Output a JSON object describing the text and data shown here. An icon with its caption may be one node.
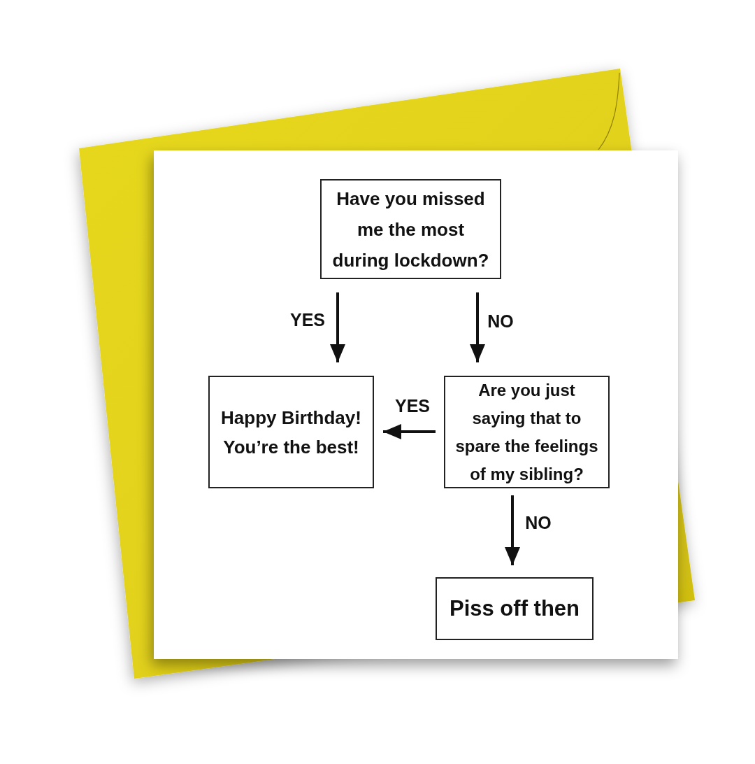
{
  "diagram": {
    "nodes": [
      {
        "text": [
          "Have you missed me the most during lockdown?"
        ]
      },
      {
        "text": [
          "Happy Birthday! You’re the best!"
        ]
      },
      {
        "text": [
          "Are you just saying that to spare the feelings of my sibling?"
        ]
      },
      {
        "text": [
          "Piss off then"
        ]
      }
    ],
    "edges": [
      {
        "from": 0,
        "to": 1,
        "arrow": "to",
        "label": "YES"
      },
      {
        "from": 0,
        "to": 2,
        "arrow": "to",
        "label": "NO"
      },
      {
        "from": 2,
        "to": 1,
        "arrow": "to",
        "label": "YES"
      },
      {
        "from": 2,
        "to": 3,
        "arrow": "to",
        "label": "NO"
      }
    ]
  }
}
